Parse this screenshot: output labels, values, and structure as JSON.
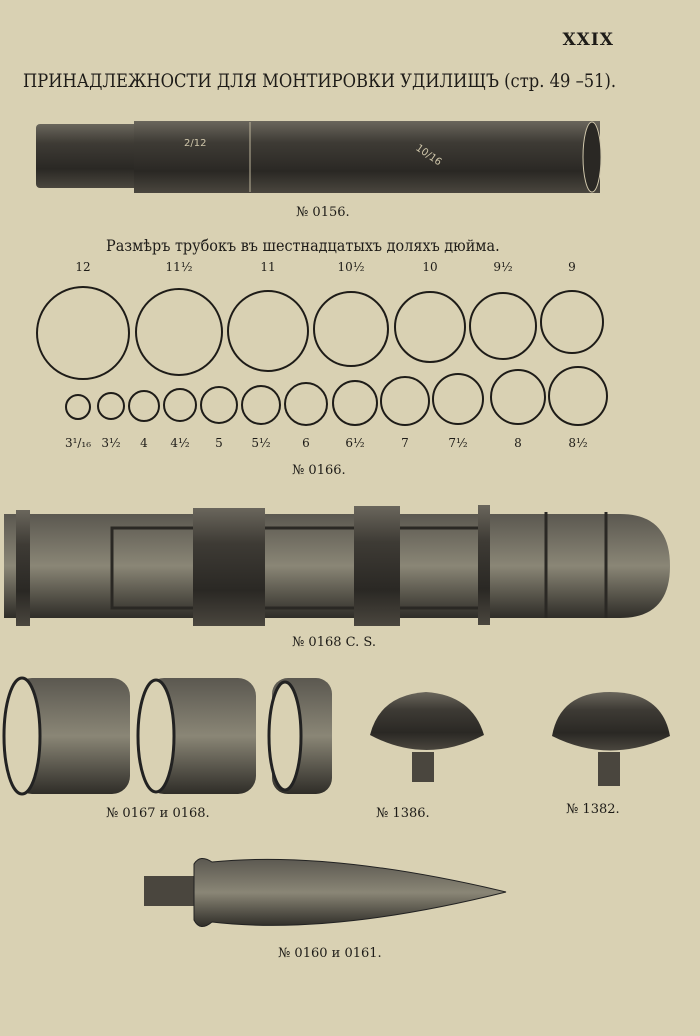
{
  "page_number": "XXIX",
  "heading": "ПРИНАДЛЕЖНОСТИ ДЛЯ МОНТИРОВКИ УДИЛИЩЪ (стр. 49 –51).",
  "items": {
    "tube": {
      "caption": "№ 0156.",
      "marks": [
        "2/12",
        "10/16"
      ]
    },
    "gauge": {
      "caption": "№ 0166.",
      "title": "Размѣръ трубокъ въ шестнадцатыхъ доляхъ дюйма.",
      "large_sizes": [
        "12",
        "11½",
        "11",
        "10½",
        "10",
        "9½",
        "9"
      ],
      "small_sizes": [
        "3¹/₁₆",
        "3½",
        "4",
        "4½",
        "5",
        "5½",
        "6",
        "6½",
        "7",
        "7½",
        "8",
        "8½"
      ]
    },
    "case": {
      "caption": "№ 0168 C. S."
    },
    "rings": {
      "caption": "№ 0167 и 0168."
    },
    "button1": {
      "caption": "№ 1386."
    },
    "button2": {
      "caption": "№ 1382."
    },
    "spear": {
      "caption": "№ 0160 и 0161."
    }
  }
}
